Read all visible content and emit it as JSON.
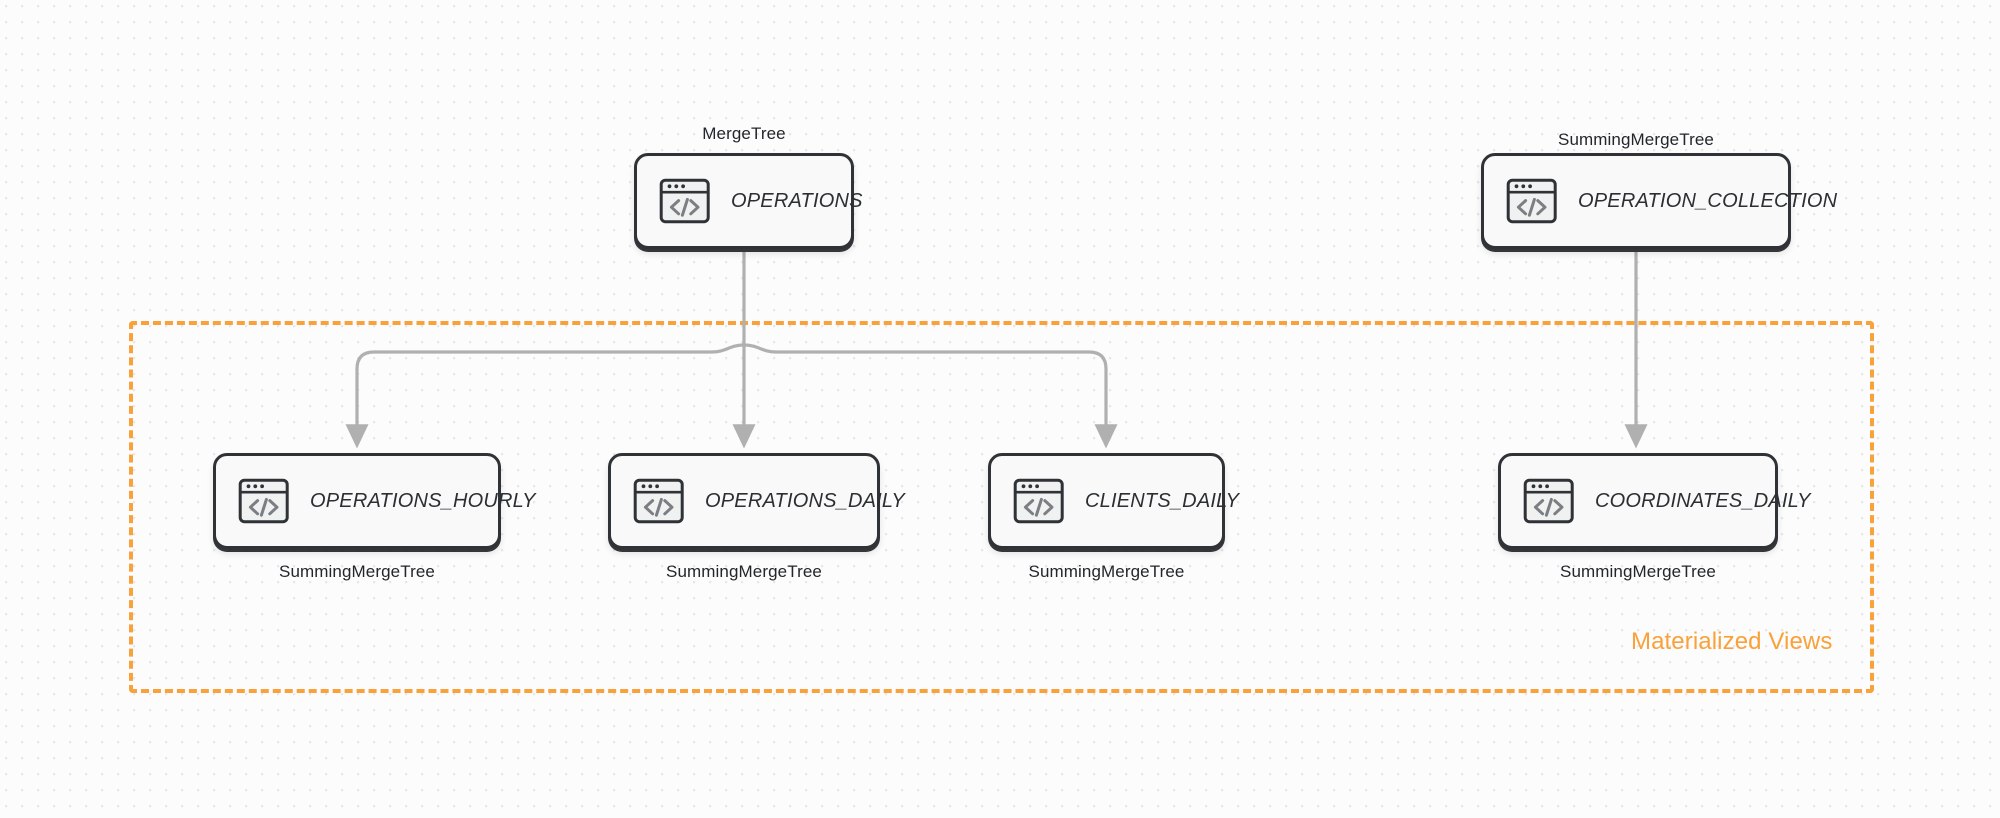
{
  "diagram": {
    "title_text": "Materialized Views",
    "accent_color": "#f9a13a",
    "node_border_color": "#2f3337",
    "node_fill_color": "#f8f9f8",
    "edge_color": "#b0b0b0",
    "background_color": "#fcfcfc",
    "grid_dot_color": "#e8e6e6"
  },
  "group": {
    "label": "Materialized Views"
  },
  "nodes": {
    "operations": {
      "name": "OPERATIONS",
      "engine": "MergeTree",
      "icon": "code-window-icon"
    },
    "operation_collection": {
      "name": "OPERATION_COLLECTION",
      "engine": "SummingMergeTree",
      "icon": "code-window-icon"
    },
    "operations_hourly": {
      "name": "OPERATIONS_HOURLY",
      "engine": "SummingMergeTree",
      "icon": "code-window-icon"
    },
    "operations_daily": {
      "name": "OPERATIONS_DAILY",
      "engine": "SummingMergeTree",
      "icon": "code-window-icon"
    },
    "clients_daily": {
      "name": "CLIENTS_DAILY",
      "engine": "SummingMergeTree",
      "icon": "code-window-icon"
    },
    "coordinates_daily": {
      "name": "COORDINATES_DAILY",
      "engine": "SummingMergeTree",
      "icon": "code-window-icon"
    }
  },
  "edges": [
    {
      "from": "OPERATIONS",
      "to": "OPERATIONS_HOURLY"
    },
    {
      "from": "OPERATIONS",
      "to": "OPERATIONS_DAILY"
    },
    {
      "from": "OPERATIONS",
      "to": "CLIENTS_DAILY"
    },
    {
      "from": "OPERATION_COLLECTION",
      "to": "COORDINATES_DAILY"
    }
  ]
}
